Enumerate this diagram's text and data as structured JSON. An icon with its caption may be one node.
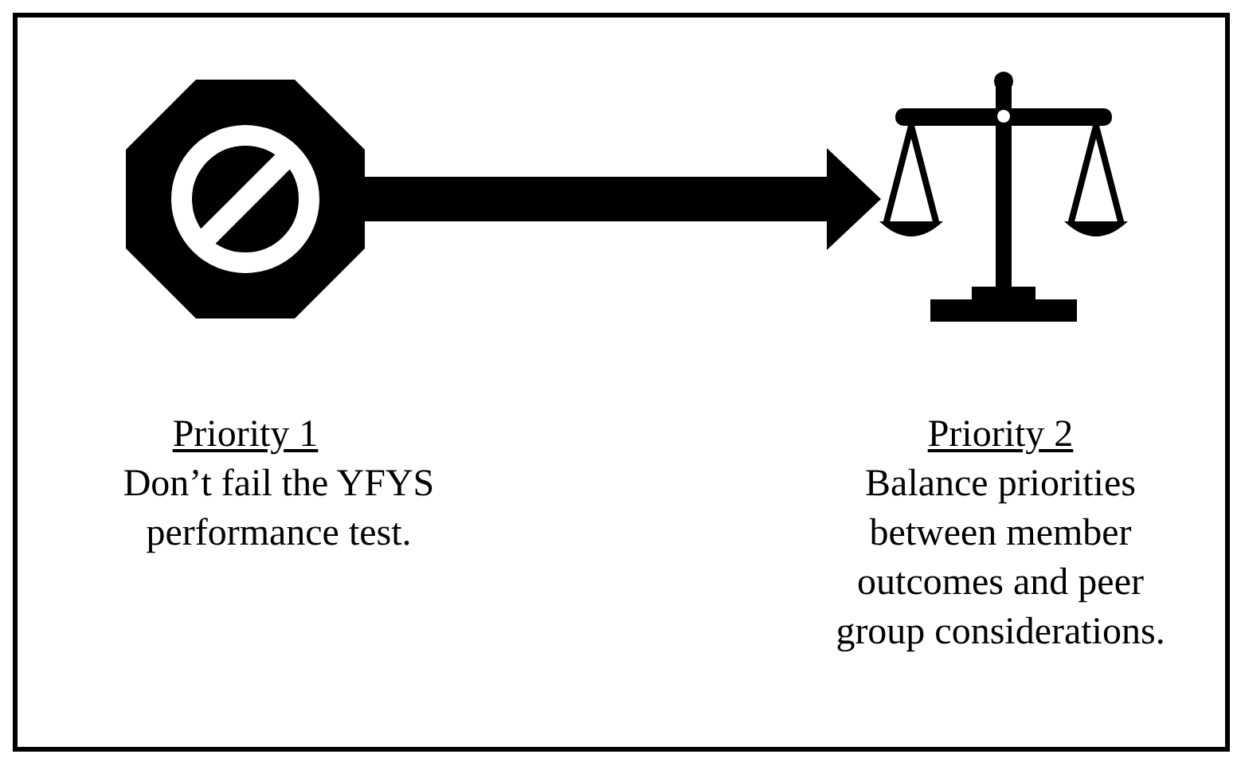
{
  "diagram": {
    "nodes": [
      {
        "text": [],
        "shape": "octagon"
      },
      {
        "text": [],
        "shape": "picture"
      }
    ],
    "edges": [
      {
        "from": 0,
        "to": 1,
        "arrow": "to"
      }
    ],
    "labels": [
      "Priority 1",
      "Don’t fail the YFYS performance test.",
      "Priority 2",
      "Balance priorities between member outcomes and peer group considerations."
    ]
  }
}
